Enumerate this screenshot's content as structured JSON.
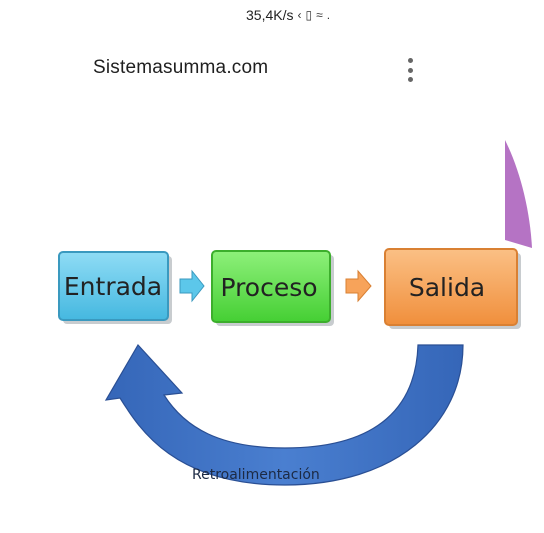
{
  "status_bar": {
    "network_speed": "35,4K/s",
    "icons": [
      "bluetooth-icon",
      "vibrate-icon",
      "wifi-icon",
      "signal-icon"
    ]
  },
  "header": {
    "site_title": "Sistemasumma.com",
    "menu_icon": "more-vertical-icon"
  },
  "diagram": {
    "nodes": [
      {
        "id": "entrada",
        "label": "Entrada",
        "color": "#5cc7ea"
      },
      {
        "id": "proceso",
        "label": "Proceso",
        "color": "#5fe04a"
      },
      {
        "id": "salida",
        "label": "Salida",
        "color": "#f7a35a"
      }
    ],
    "arrow_colors": {
      "entrada_to_proceso": "#5cc7ea",
      "proceso_to_salida": "#f7a35a",
      "feedback": "#3d6fc0"
    },
    "feedback_label": "Retroalimentación"
  },
  "colors": {
    "page_background": "#ffffff",
    "accent_purple": "#b573c4"
  }
}
